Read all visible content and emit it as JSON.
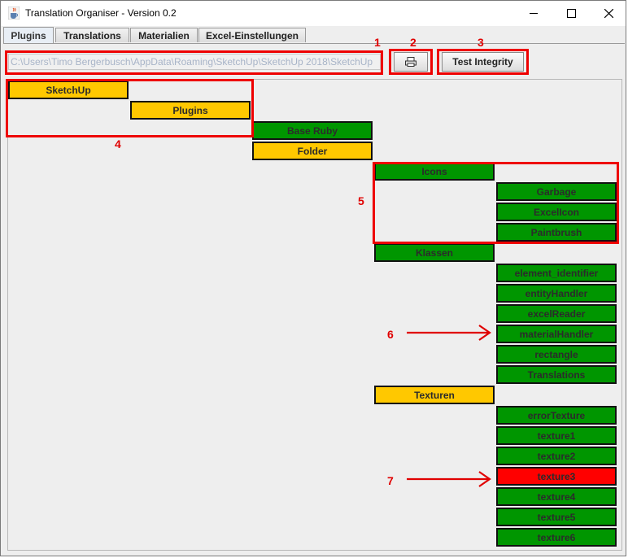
{
  "window": {
    "title": "Translation Organiser - Version 0.2",
    "minimize_icon": "minimize-icon",
    "maximize_icon": "maximize-icon",
    "close_icon": "close-icon"
  },
  "tabs": [
    {
      "label": "Plugins",
      "active": true
    },
    {
      "label": "Translations",
      "active": false
    },
    {
      "label": "Materialien",
      "active": false
    },
    {
      "label": "Excel-Einstellungen",
      "active": false
    }
  ],
  "toolbar": {
    "path_value": "C:\\Users\\Timo Bergerbusch\\AppData\\Roaming\\SketchUp\\SketchUp 2018\\SketchUp",
    "folder_button_icon": "printer-icon",
    "test_integrity_label": "Test Integrity"
  },
  "tree": {
    "colors": {
      "folder": "#ffc800",
      "ok": "#009600",
      "error": "#ff0000"
    },
    "nodes": [
      {
        "label": "SketchUp",
        "status": "folder"
      },
      {
        "label": "Plugins",
        "status": "folder"
      },
      {
        "label": "Base Ruby",
        "status": "ok"
      },
      {
        "label": "Folder",
        "status": "folder"
      },
      {
        "label": "Icons",
        "status": "ok"
      },
      {
        "label": "Garbage",
        "status": "ok"
      },
      {
        "label": "ExcelIcon",
        "status": "ok"
      },
      {
        "label": "Paintbrush",
        "status": "ok"
      },
      {
        "label": "Klassen",
        "status": "ok"
      },
      {
        "label": "element_identifier",
        "status": "ok"
      },
      {
        "label": "entityHandler",
        "status": "ok"
      },
      {
        "label": "excelReader",
        "status": "ok"
      },
      {
        "label": "materialHandler",
        "status": "ok"
      },
      {
        "label": "rectangle",
        "status": "ok"
      },
      {
        "label": "Translations",
        "status": "ok"
      },
      {
        "label": "Texturen",
        "status": "folder"
      },
      {
        "label": "errorTexture",
        "status": "ok"
      },
      {
        "label": "texture1",
        "status": "ok"
      },
      {
        "label": "texture2",
        "status": "ok"
      },
      {
        "label": "texture3",
        "status": "error"
      },
      {
        "label": "texture4",
        "status": "ok"
      },
      {
        "label": "texture5",
        "status": "ok"
      },
      {
        "label": "texture6",
        "status": "ok"
      }
    ]
  },
  "annotations": {
    "color": "#e00000",
    "labels": [
      "1",
      "2",
      "3",
      "4",
      "5",
      "6",
      "7"
    ]
  }
}
